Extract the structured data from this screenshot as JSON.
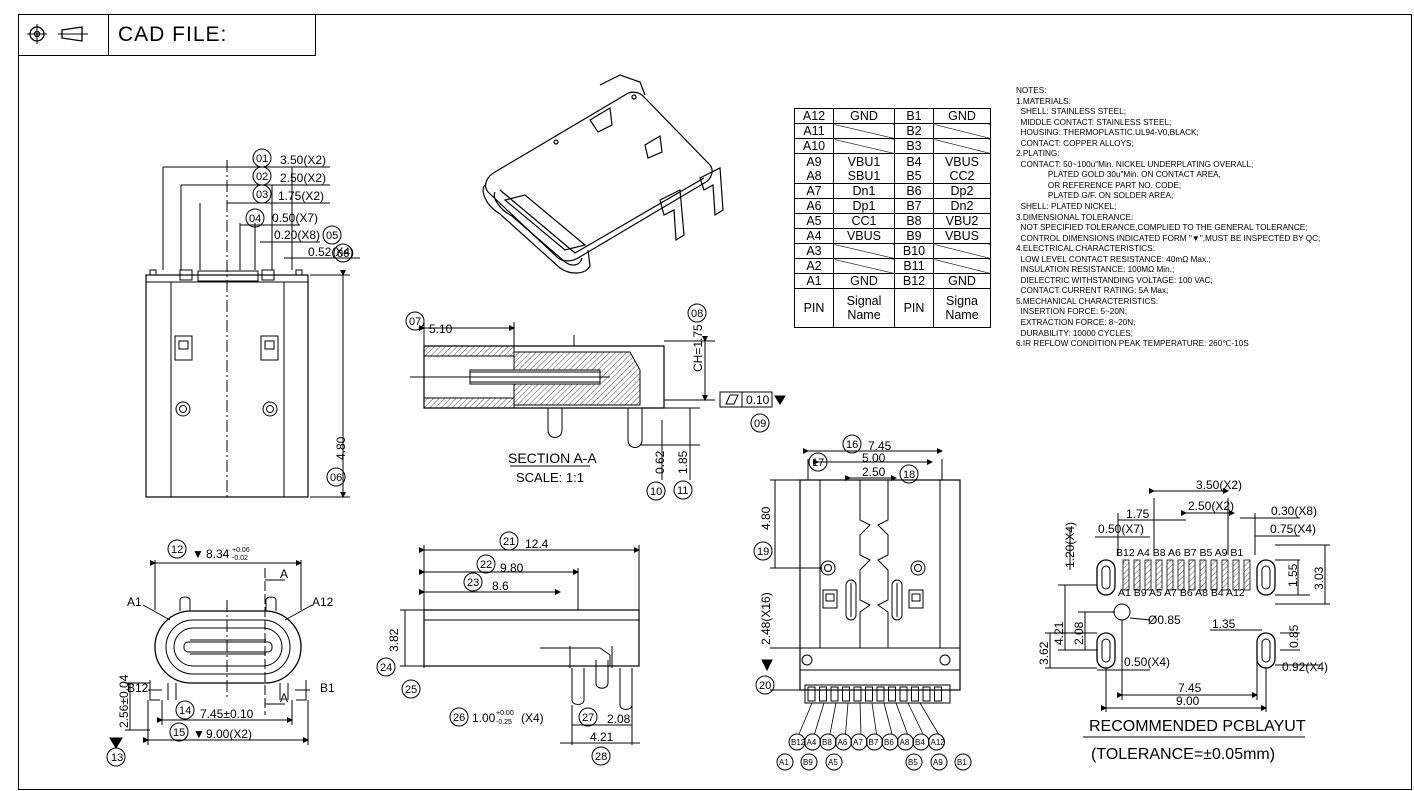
{
  "title_block": {
    "cad_label": "CAD FILE:"
  },
  "pin_table": {
    "rows": [
      {
        "a": "A12",
        "as": "GND",
        "b": "B1",
        "bs": "GND"
      },
      {
        "a": "A11",
        "as": "",
        "b": "B2",
        "bs": ""
      },
      {
        "a": "A10",
        "as": "",
        "b": "B3",
        "bs": ""
      },
      {
        "a": "A9\nA8",
        "as": "VBU1\nSBU1",
        "b": "B4\nB5",
        "bs": "VBUS\nCC2"
      },
      {
        "a": "A7",
        "as": "Dn1",
        "b": "B6",
        "bs": "Dp2"
      },
      {
        "a": "A6",
        "as": "Dp1",
        "b": "B7",
        "bs": "Dn2"
      },
      {
        "a": "A5",
        "as": "CC1",
        "b": "B8",
        "bs": "VBU2"
      },
      {
        "a": "A4",
        "as": "VBUS",
        "b": "B9",
        "bs": "VBUS"
      },
      {
        "a": "A3",
        "as": "",
        "b": "B10",
        "bs": ""
      },
      {
        "a": "A2",
        "as": "",
        "b": "B11",
        "bs": ""
      },
      {
        "a": "A1",
        "as": "GND",
        "b": "B12",
        "bs": "GND"
      }
    ],
    "header": {
      "pin": "PIN",
      "signal": "Signal\nName",
      "pin2": "PIN",
      "signal2": "Signa\nName"
    }
  },
  "notes": [
    "NOTES:",
    "1.MATERIALS:",
    "  SHELL: STAINLESS STEEL;",
    "  MIDDLE CONTACT: STAINLESS STEEL;",
    "  HOUSING: THERMOPLASTIC.UL94-V0,BLACK;",
    "  CONTACT: COPPER ALLOYS;",
    "2.PLATING:",
    "  CONTACT: 50~100u\"Min. NICKEL UNDERPLATING OVERALL;",
    "              PLATED GOLD 30u\"Min. ON CONTACT AREA,",
    "              OR REFERENCE PART NO. CODE;",
    "              PLATED G/F. ON SOLDER AREA;",
    "  SHELL: PLATED NICKEL;",
    "3.DIMENSIONAL TOLERANCE:",
    "  NOT SPECIFIED TOLERANCE,COMPLIED TO THE GENERAL TOLERANCE;",
    "  CONTROL DIMENSIONS INDICATED FORM \"▼\",MUST BE INSPECTED BY QC;",
    "4.ELECTRICAL CHARACTERISTICS:",
    "  LOW LEVEL CONTACT RESISTANCE: 40mΩ Max.;",
    "  INSULATION RESISTANCE: 100MΩ Min.;",
    "  DIELECTRIC WITHSTANDING VOLTAGE: 100 VAC;",
    "  CONTACT CURRENT RATING: 5A Max;",
    "5.MECHANICAL CHARACTERISTICS:",
    "  INSERTION FORCE: 5~20N;",
    "  EXTRACTION FORCE: 8~20N;",
    "  DURABILITY: 10000 CYCLES;",
    "6.IR REFLOW CONDITION PEAK TEMPERATURE: 260℃-10S"
  ],
  "top_view": {
    "d01": "3.50(X2)",
    "d02": "2.50(X2)",
    "d03": "1.75(X2)",
    "d04": "0.50(X7)",
    "d05": "0.20(X8)",
    "d06": "0.52(X4)",
    "height": "4.80",
    "n01": "01",
    "n02": "02",
    "n03": "03",
    "n04": "04",
    "n05": "05",
    "n06": "06",
    "n06b": "06"
  },
  "section": {
    "d07": "5.10",
    "ch": "CH=1.75",
    "flat": "0.10",
    "d062": "0.62",
    "d185": "1.85",
    "title": "SECTION A-A",
    "scale": "SCALE: 1:1",
    "n07": "07",
    "n08": "08",
    "n09": "09",
    "n10": "10",
    "n11": "11"
  },
  "front_view": {
    "d12": "8.34",
    "d12_tol_up": "+0.06",
    "d12_tol_dn": "-0.02",
    "a1": "A1",
    "a12": "A12",
    "b12": "B12",
    "b1": "B1",
    "cut_a": "A",
    "cut_a2": "A",
    "d13": "2.56±0.04",
    "d14": "7.45±0.10",
    "d15": "9.00(X2)",
    "n12": "12",
    "n13": "13",
    "n14": "14",
    "n15": "15"
  },
  "side_view": {
    "d21": "12.4",
    "d22": "9.80",
    "d23": "8.6",
    "d24": "3.82",
    "d26": "1.00",
    "d26_up": "+0.00",
    "d26_dn": "-0.25",
    "d26_x": "(X4)",
    "d27": "2.08",
    "d28": "4.21",
    "n21": "21",
    "n22": "22",
    "n23": "23",
    "n24": "24",
    "n25": "25",
    "n26": "26",
    "n27": "27",
    "n28": "28"
  },
  "bottom_view": {
    "d16": "7.45",
    "d17": "5.00",
    "d18": "2.50",
    "d19": "4.80",
    "d20": "2.48(X16)",
    "n16": "16",
    "n17": "17",
    "n18": "18",
    "n19": "19",
    "n20": "20",
    "top_pins": [
      "B12",
      "A4",
      "B8",
      "A6",
      "A7",
      "B7",
      "B6",
      "A8",
      "B4",
      "A12"
    ],
    "bottom_pins": [
      "A1",
      "B9",
      "A5",
      "B5",
      "A9",
      "B1"
    ]
  },
  "pcb": {
    "d350": "3.50(X2)",
    "d250": "2.50(X2)",
    "d175": "1.75",
    "d030": "0.30(X8)",
    "d050": "0.50(X7)",
    "d075": "0.75(X4)",
    "d120": "1.20(X4)",
    "d155": "1.55",
    "d303": "3.03",
    "d421": "4.21",
    "d208": "2.08",
    "d362": "3.62",
    "d085": "Ø0.85",
    "d135": "1.35",
    "d085b": "0.85",
    "d050b": "0.50(X4)",
    "d092": "0.92(X4)",
    "d745": "7.45",
    "d900": "9.00",
    "pins_top": "B12 A4 B8  A6  B7 B5  A9  B1",
    "pins_bot": "A1  B9   A5  A7   B6  A8 B4 A12",
    "title": "RECOMMENDED  PCBLAYUT",
    "tolerance": "(TOLERANCE=±0.05mm)"
  }
}
